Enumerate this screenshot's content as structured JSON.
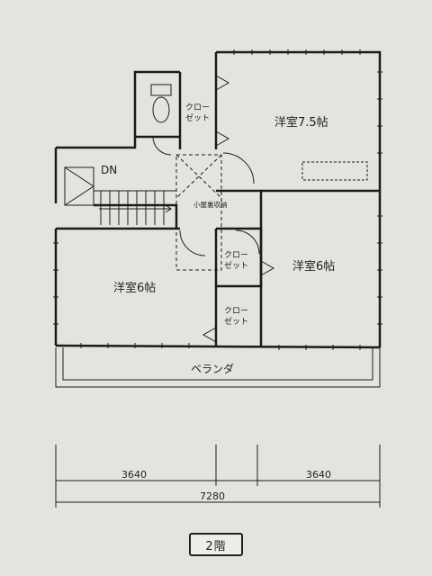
{
  "rooms": {
    "western_75": "洋室7.5帖",
    "western_6_right": "洋室6帖",
    "western_6_left": "洋室6帖"
  },
  "closets": {
    "top": [
      "クロー",
      "ゼット"
    ],
    "middle": [
      "クロー",
      "ゼット"
    ],
    "bottom": [
      "クロー",
      "ゼット"
    ]
  },
  "stairs_label": "DN",
  "storage_label": "小屋裏収納",
  "veranda_label": "ベランダ",
  "dimensions": {
    "left": "3640",
    "right": "3640",
    "total": "7280"
  },
  "floor_label": "2階"
}
